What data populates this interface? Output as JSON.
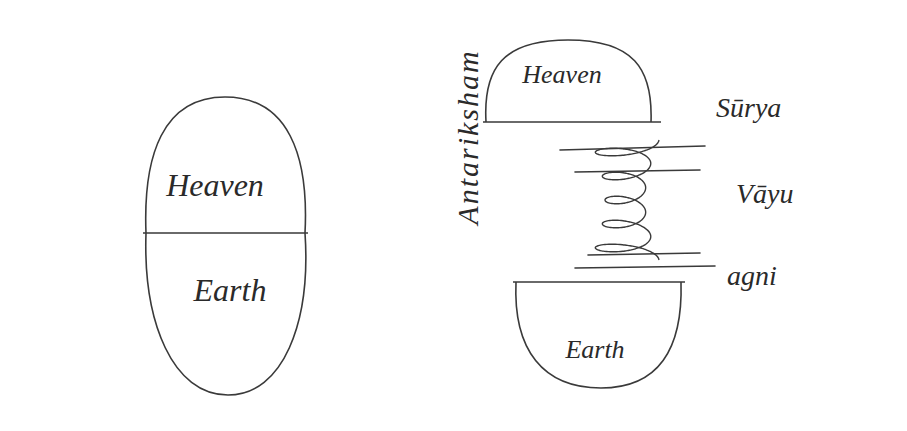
{
  "diagram": {
    "nodes": [
      {
        "text": [
          "Heaven"
        ]
      },
      {
        "text": [
          "Earth"
        ]
      },
      {
        "text": [
          "Heaven"
        ]
      },
      {
        "text": [
          "Earth"
        ]
      }
    ],
    "labels": [
      "Antariksham",
      "Sūrya",
      "Vāyu",
      "agni"
    ]
  }
}
